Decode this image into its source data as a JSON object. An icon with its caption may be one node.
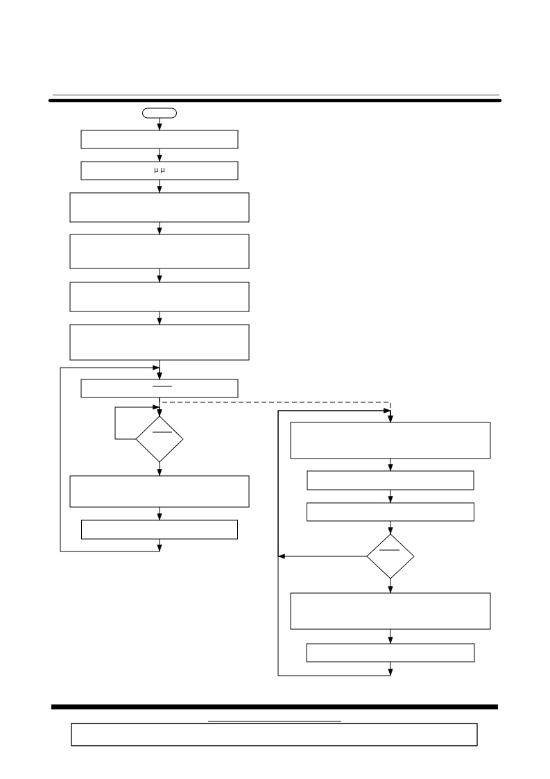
{
  "diagram": {
    "nodes": [
      {
        "text": [],
        "shape": "oval"
      },
      {
        "text": [],
        "shape": "box"
      },
      {
        "text": [
          "μ μ"
        ]
      },
      {
        "text": [],
        "shape": "box"
      },
      {
        "text": [],
        "shape": "box"
      },
      {
        "text": [],
        "shape": "box"
      },
      {
        "text": [],
        "shape": "box"
      },
      {
        "text": [],
        "shape": "box"
      },
      {
        "text": [],
        "shape": "diamond"
      },
      {
        "text": [],
        "shape": "box"
      },
      {
        "text": [],
        "shape": "box"
      },
      {
        "text": [],
        "shape": "box"
      },
      {
        "text": [],
        "shape": "box"
      },
      {
        "text": [],
        "shape": "box"
      },
      {
        "text": [],
        "shape": "diamond"
      },
      {
        "text": [],
        "shape": "box"
      },
      {
        "text": [],
        "shape": "box"
      },
      {
        "text": [],
        "shape": "box"
      }
    ],
    "edges": [
      {
        "from": 0,
        "to": 1,
        "arrow": "to"
      },
      {
        "from": 1,
        "to": 2,
        "arrow": "to"
      },
      {
        "from": 2,
        "to": 3,
        "arrow": "to"
      },
      {
        "from": 3,
        "to": 4,
        "arrow": "to"
      },
      {
        "from": 4,
        "to": 5,
        "arrow": "to"
      },
      {
        "from": 5,
        "to": 6,
        "arrow": "to"
      },
      {
        "from": 6,
        "to": 7,
        "arrow": "to"
      },
      {
        "from": 10,
        "to": 7,
        "arrow": "to"
      },
      {
        "from": 7,
        "to": 8,
        "arrow": "to"
      },
      {
        "from": 8,
        "to": 8,
        "arrow": "to"
      },
      {
        "from": 7,
        "to": 11,
        "arrow": "to",
        "style": "dashed"
      },
      {
        "from": 8,
        "to": 9,
        "arrow": "to"
      },
      {
        "from": 9,
        "to": 10,
        "arrow": "to"
      },
      {
        "from": 11,
        "to": 12,
        "arrow": "to"
      },
      {
        "from": 12,
        "to": 13,
        "arrow": "to"
      },
      {
        "from": 13,
        "to": 14,
        "arrow": "to"
      },
      {
        "from": 14,
        "to": 15,
        "arrow": "to"
      },
      {
        "from": 14,
        "to": 11,
        "arrow": "to"
      },
      {
        "from": 15,
        "to": 16,
        "arrow": "to"
      },
      {
        "from": 16,
        "to": 11,
        "arrow": "to"
      }
    ]
  }
}
